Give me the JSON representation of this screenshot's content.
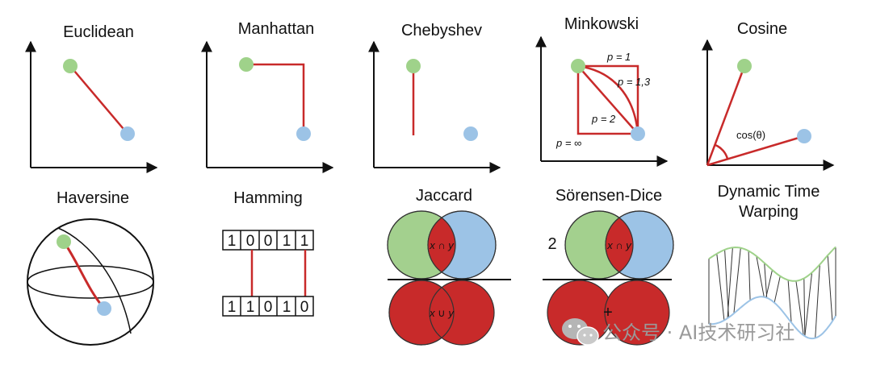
{
  "panels": {
    "euclidean": {
      "title": "Euclidean"
    },
    "manhattan": {
      "title": "Manhattan"
    },
    "chebyshev": {
      "title": "Chebyshev"
    },
    "minkowski": {
      "title": "Minkowski",
      "labels": [
        "p = 1",
        "p = 1,3",
        "p = 2",
        "p = ∞"
      ]
    },
    "cosine": {
      "title": "Cosine",
      "angle_label": "cos(θ)"
    },
    "haversine": {
      "title": "Haversine"
    },
    "hamming": {
      "title": "Hamming",
      "top_bits": [
        "1",
        "0",
        "0",
        "1",
        "1"
      ],
      "bottom_bits": [
        "1",
        "1",
        "0",
        "1",
        "0"
      ]
    },
    "jaccard": {
      "title": "Jaccard",
      "intersection": "x ∩ y",
      "union": "x ∪ y"
    },
    "dice": {
      "title": "Sörensen-Dice",
      "factor": "2",
      "intersection": "x ∩ y",
      "plus": "+"
    },
    "dtw": {
      "title_line1": "Dynamic Time",
      "title_line2": "Warping"
    }
  },
  "watermark": {
    "text": "公众号 · AI技术研习社"
  },
  "colors": {
    "green": "#9fd28a",
    "blue": "#9cc3e6",
    "red": "#c82a2a",
    "dark_red": "#a11d1d",
    "axis": "#111111"
  }
}
